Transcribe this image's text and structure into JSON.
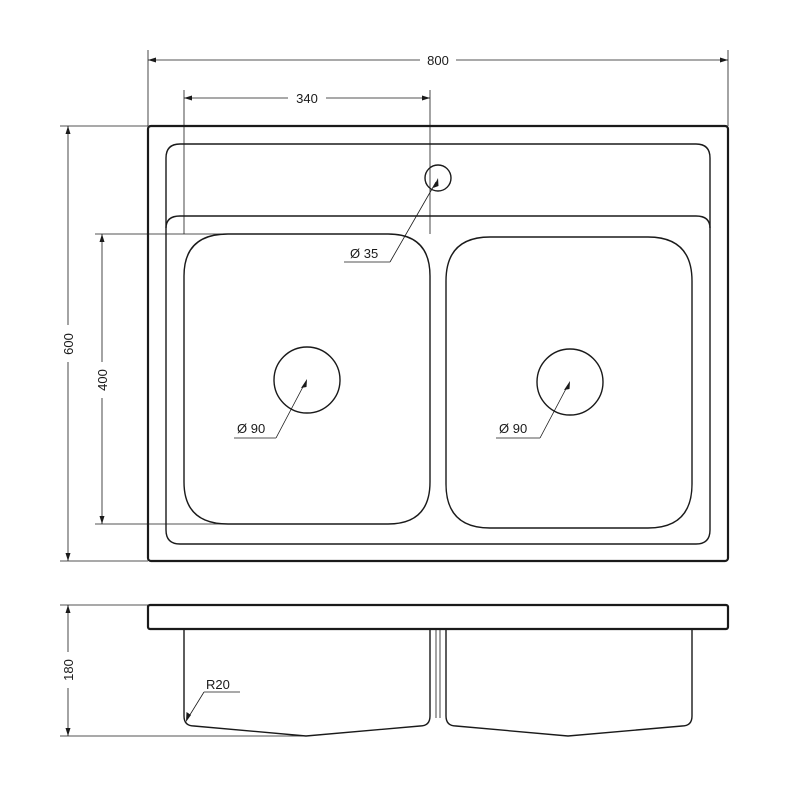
{
  "dimensions": {
    "overall_width": "800",
    "bowl_offset": "340",
    "overall_depth": "600",
    "bowl_depth": "400",
    "bowl_height": "180"
  },
  "callouts": {
    "tap_hole": "Ø 35",
    "drain_left": "Ø 90",
    "drain_right": "Ø 90",
    "corner_radius": "R20"
  }
}
